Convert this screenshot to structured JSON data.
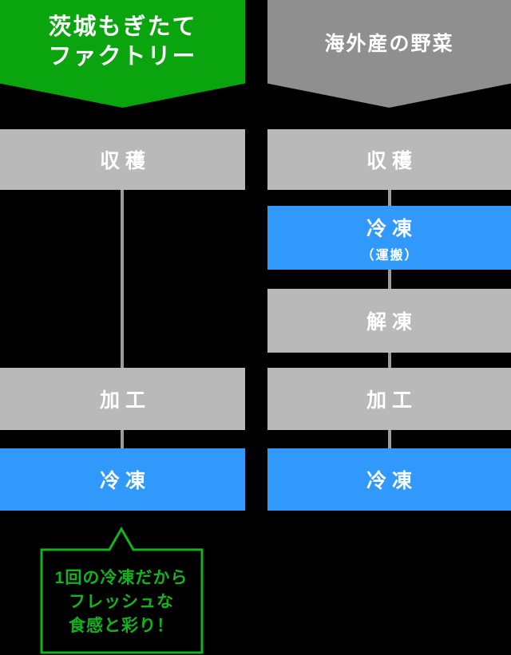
{
  "diagram": {
    "colors": {
      "bg": "#000000",
      "green": "#0aa40e",
      "callout_green": "#12b41e",
      "blue": "#3199fb",
      "header_gray": "#8f8f8f",
      "box_gray": "#b9b9b9",
      "line_gray": "#9b9b9b",
      "text_white": "#ffffff"
    },
    "left": {
      "header": {
        "line1": "茨城もぎたて",
        "line2": "ファクトリー"
      },
      "steps": [
        {
          "label": "収穫"
        },
        {
          "label": "加工"
        },
        {
          "label": "冷凍"
        }
      ],
      "callout": {
        "line1": "1回の冷凍だから",
        "line2": "フレッシュな",
        "line3": "食感と彩り！"
      }
    },
    "right": {
      "header": {
        "label": "海外産の野菜"
      },
      "steps": [
        {
          "label": "収穫"
        },
        {
          "label": "冷凍",
          "sub": "（運搬）"
        },
        {
          "label": "解凍"
        },
        {
          "label": "加工"
        },
        {
          "label": "冷凍"
        }
      ]
    }
  }
}
